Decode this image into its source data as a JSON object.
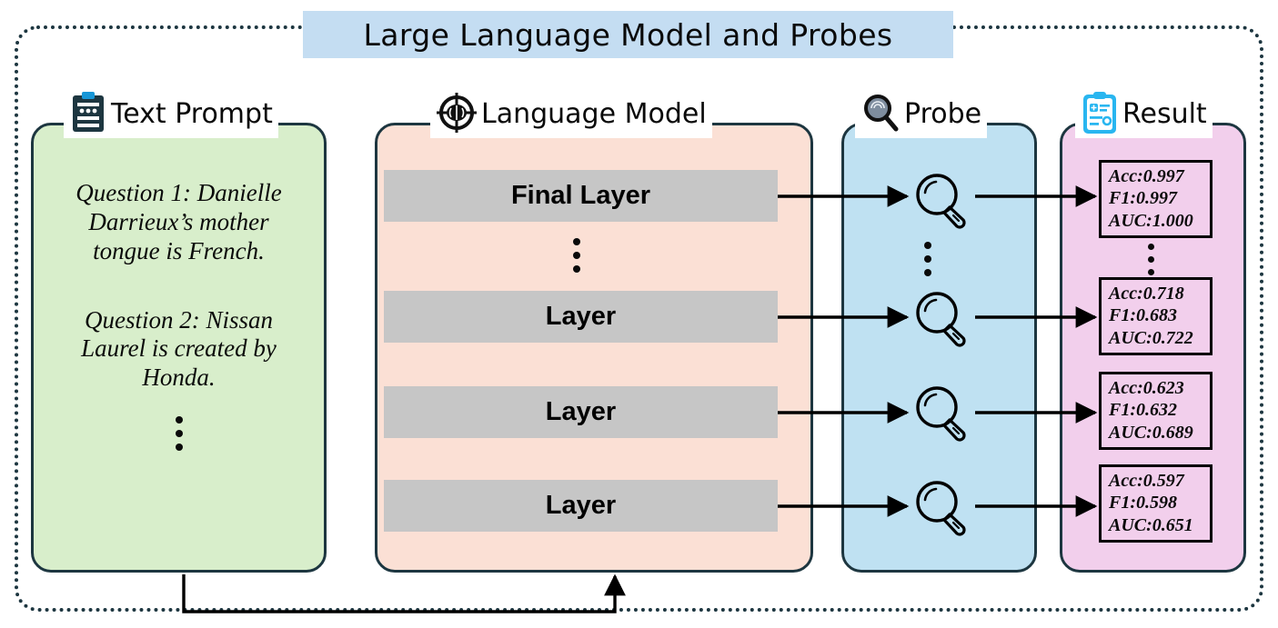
{
  "header": {
    "title": "Large Language Model and Probes",
    "banner_color": "#c4ddf2"
  },
  "panels": {
    "prompt": {
      "label": "Text Prompt",
      "icon": "clipboard-list-icon",
      "color": "#d8eecb",
      "question_1": "Question 1: Danielle Darrieux’s mother tongue is French.",
      "question_2": "Question 2: Nissan Laurel is created by Honda.",
      "ellipsis": "⋮"
    },
    "model": {
      "label": "Language Model",
      "icon": "brain-target-icon",
      "color": "#fbe0d5",
      "layers": [
        {
          "label": "Final Layer"
        },
        {
          "label": "Layer"
        },
        {
          "label": "Layer"
        },
        {
          "label": "Layer"
        }
      ],
      "ellipsis": "⋮"
    },
    "probe": {
      "label": "Probe",
      "icon": "magnifier-fingerprint-icon",
      "color": "#bfe1f2",
      "items": [
        {
          "icon": "magnifier-icon"
        },
        {
          "icon": "magnifier-icon"
        },
        {
          "icon": "magnifier-icon"
        },
        {
          "icon": "magnifier-icon"
        }
      ],
      "ellipsis": "⋮"
    },
    "result": {
      "label": "Result",
      "icon": "clipboard-report-icon",
      "color": "#f2cfec",
      "ellipsis": "⋮",
      "boxes": [
        {
          "acc": "Acc:0.997",
          "f1": "F1:0.997",
          "auc": "AUC:1.000"
        },
        {
          "acc": "Acc:0.718",
          "f1": "F1:0.683",
          "auc": "AUC:0.722"
        },
        {
          "acc": "Acc:0.623",
          "f1": "F1:0.632",
          "auc": "AUC:0.689"
        },
        {
          "acc": "Acc:0.597",
          "f1": "F1:0.598",
          "auc": "AUC:0.651"
        }
      ]
    }
  },
  "colors": {
    "outline": "#1d3640",
    "layer_bar": "#c6c6c6",
    "arrow": "#000000"
  }
}
